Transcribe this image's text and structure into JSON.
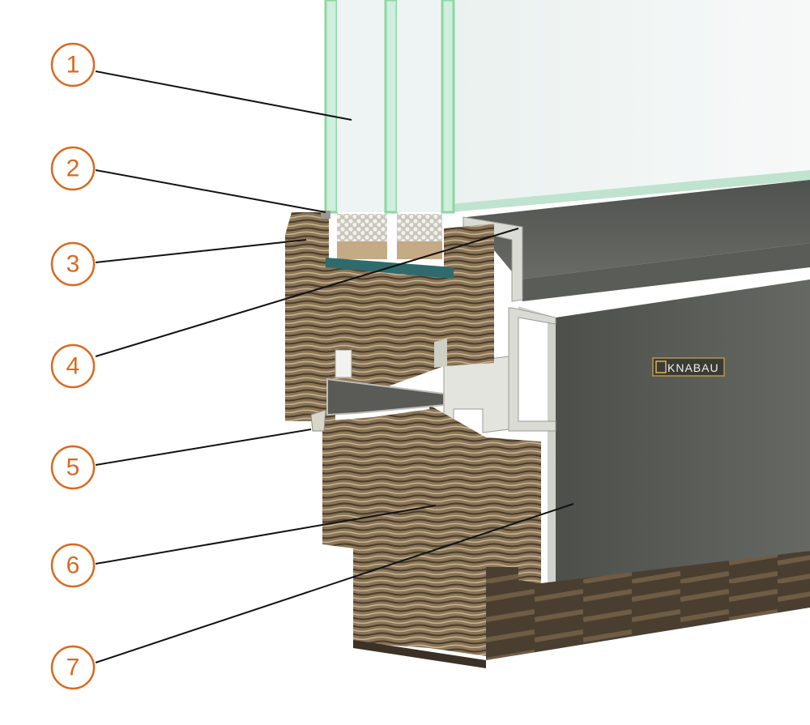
{
  "callouts": [
    {
      "id": 1,
      "label": "1"
    },
    {
      "id": 2,
      "label": "2"
    },
    {
      "id": 3,
      "label": "3"
    },
    {
      "id": 4,
      "label": "4"
    },
    {
      "id": 5,
      "label": "5"
    },
    {
      "id": 6,
      "label": "6"
    },
    {
      "id": 7,
      "label": "7"
    }
  ],
  "brand": {
    "text": "KNABAU"
  },
  "colors": {
    "callout": "#d9691f",
    "glass_edge": "#8fd6a4",
    "aluminium": "#5c5e5a",
    "wood": "#6e5c44"
  }
}
